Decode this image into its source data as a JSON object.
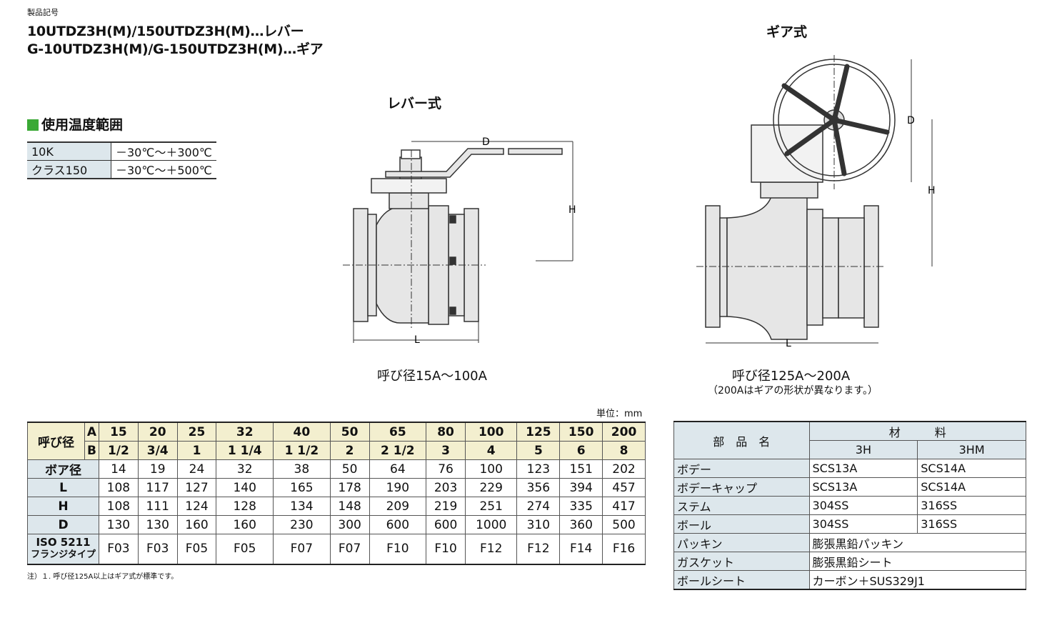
{
  "header": {
    "label": "製品記号",
    "line1": "10UTDZ3H(M)/150UTDZ3H(M)…レバー",
    "line2": "G-10UTDZ3H(M)/G-150UTDZ3H(M)…ギア"
  },
  "temp_section": {
    "title": "使用温度範囲",
    "rows": [
      {
        "label": "10K",
        "value": "－30℃～＋300℃"
      },
      {
        "label": "クラス150",
        "value": "－30℃～＋500℃"
      }
    ]
  },
  "lever_drawing": {
    "title": "レバー式",
    "dim_d": "D",
    "dim_h": "H",
    "dim_l": "L",
    "caption": "呼び径15A～100A"
  },
  "gear_drawing": {
    "title": "ギア式",
    "dim_d": "D",
    "dim_h": "H",
    "dim_l": "L",
    "caption": "呼び径125A～200A",
    "note": "（200Aはギアの形状が異なります。）"
  },
  "dim_table": {
    "unit": "単位：mm",
    "nominal_label": "呼び径",
    "a_label": "A",
    "b_label": "B",
    "sizes_a": [
      "15",
      "20",
      "25",
      "32",
      "40",
      "50",
      "65",
      "80",
      "100",
      "125",
      "150",
      "200"
    ],
    "sizes_b": [
      "1/2",
      "3/4",
      "1",
      "1 1/4",
      "1 1/2",
      "2",
      "2 1/2",
      "3",
      "4",
      "5",
      "6",
      "8"
    ],
    "rows": [
      {
        "label": "ボア径",
        "values": [
          "14",
          "19",
          "24",
          "32",
          "38",
          "50",
          "64",
          "76",
          "100",
          "123",
          "151",
          "202"
        ]
      },
      {
        "label": "L",
        "values": [
          "108",
          "117",
          "127",
          "140",
          "165",
          "178",
          "190",
          "203",
          "229",
          "356",
          "394",
          "457"
        ]
      },
      {
        "label": "H",
        "values": [
          "108",
          "111",
          "124",
          "128",
          "134",
          "148",
          "209",
          "219",
          "251",
          "274",
          "335",
          "417"
        ]
      },
      {
        "label": "D",
        "values": [
          "130",
          "130",
          "160",
          "160",
          "230",
          "300",
          "600",
          "600",
          "1000",
          "310",
          "360",
          "500"
        ]
      }
    ],
    "iso_label1": "ISO 5211",
    "iso_label2": "フランジタイプ",
    "iso_values": [
      "F03",
      "F03",
      "F05",
      "F05",
      "F07",
      "F07",
      "F10",
      "F10",
      "F12",
      "F12",
      "F14",
      "F16"
    ],
    "note": "注）１. 呼び径125A以上はギア式が標準です。"
  },
  "material_table": {
    "part_header": "部　品　名",
    "material_header": "材　　　料",
    "col_3h": "3H",
    "col_3hm": "3HM",
    "rows": [
      {
        "part": "ボデー",
        "h": "SCS13A",
        "hm": "SCS14A"
      },
      {
        "part": "ボデーキャップ",
        "h": "SCS13A",
        "hm": "SCS14A"
      },
      {
        "part": "ステム",
        "h": "304SS",
        "hm": "316SS"
      },
      {
        "part": "ボール",
        "h": "304SS",
        "hm": "316SS"
      }
    ],
    "span_rows": [
      {
        "part": "パッキン",
        "value": "膨張黒鉛パッキン"
      },
      {
        "part": "ガスケット",
        "value": "膨張黒鉛シート"
      },
      {
        "part": "ボールシート",
        "value": "カーボン＋SUS329J1"
      }
    ]
  }
}
